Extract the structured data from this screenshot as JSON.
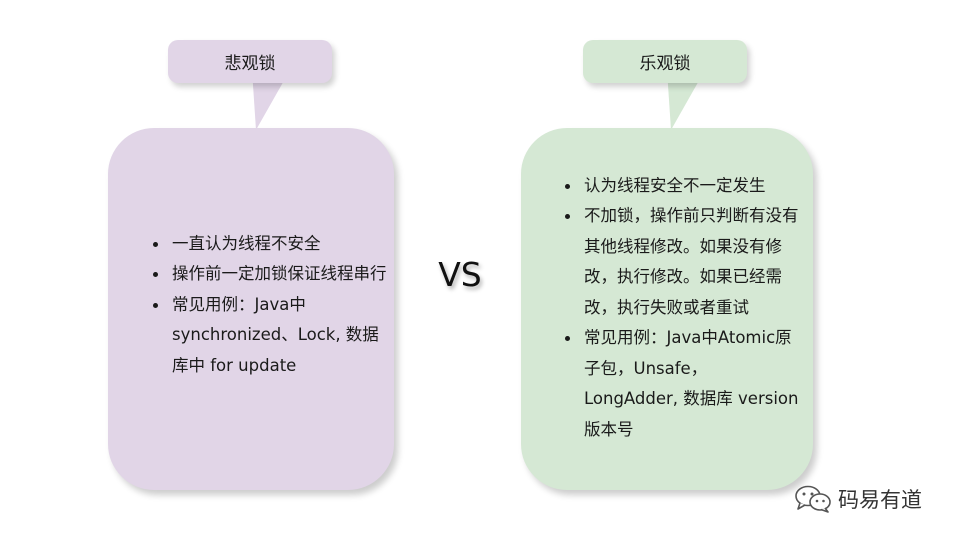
{
  "pessimistic": {
    "title": "悲观锁",
    "items": [
      "一直认为线程不安全",
      "操作前一定加锁保证线程串行",
      "常见用例：Java中 synchronized、Lock, 数据库中 for update"
    ],
    "color": "#e1d5e7"
  },
  "optimistic": {
    "title": "乐观锁",
    "items": [
      "认为线程安全不一定发生",
      "不加锁，操作前只判断有没有其他线程修改。如果没有修改，执行修改。如果已经需改，执行失败或者重试",
      "常见用例：Java中Atomic原子包，Unsafe，LongAdder, 数据库 version 版本号"
    ],
    "color": "#d5e8d4"
  },
  "vs": "VS",
  "watermark": {
    "icon": "wechat-icon",
    "text": "码易有道"
  }
}
